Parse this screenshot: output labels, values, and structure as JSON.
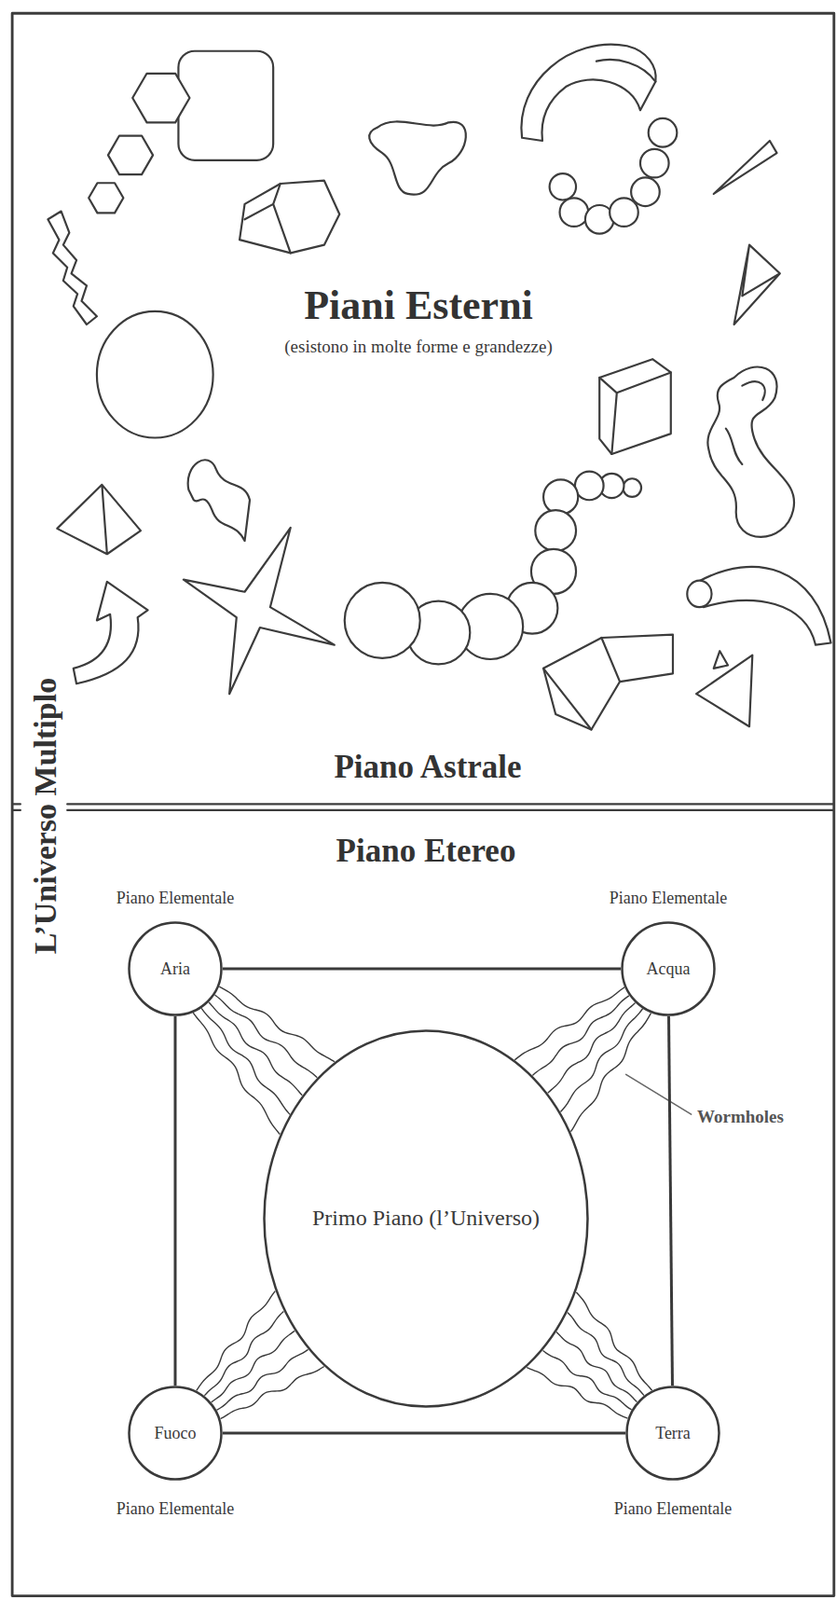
{
  "diagram": {
    "title": "L’Universo Multiplo",
    "nodes": [
      {
        "text": [
          "Piani Esterni",
          "(esistono in molte forme e grandezze)",
          "Piano Astrale"
        ]
      },
      {
        "text": [
          "Piano Etereo"
        ]
      },
      {
        "text": [
          "Piano Elementale",
          "Aria"
        ],
        "in": 1
      },
      {
        "text": [
          "Piano Elementale",
          "Acqua"
        ],
        "in": 1
      },
      {
        "text": [
          "Primo Piano (l’Universo)"
        ],
        "in": 1
      },
      {
        "text": [
          "Piano Elementale",
          "Fuoco"
        ],
        "in": 1
      },
      {
        "text": [
          "Piano Elementale",
          "Terra"
        ],
        "in": 1
      }
    ],
    "edges": [
      {
        "from": 2,
        "to": 3,
        "arrow": "none"
      },
      {
        "from": 3,
        "to": 6,
        "arrow": "none"
      },
      {
        "from": 5,
        "to": 6,
        "arrow": "none"
      },
      {
        "from": 2,
        "to": 5,
        "arrow": "none"
      },
      {
        "from": 2,
        "to": 4,
        "arrow": "none"
      },
      {
        "from": 3,
        "to": 4,
        "arrow": "none"
      },
      {
        "from": 5,
        "to": 4,
        "arrow": "none"
      },
      {
        "from": 6,
        "to": 4,
        "arrow": "none"
      }
    ],
    "labels": [
      "Wormholes"
    ]
  }
}
